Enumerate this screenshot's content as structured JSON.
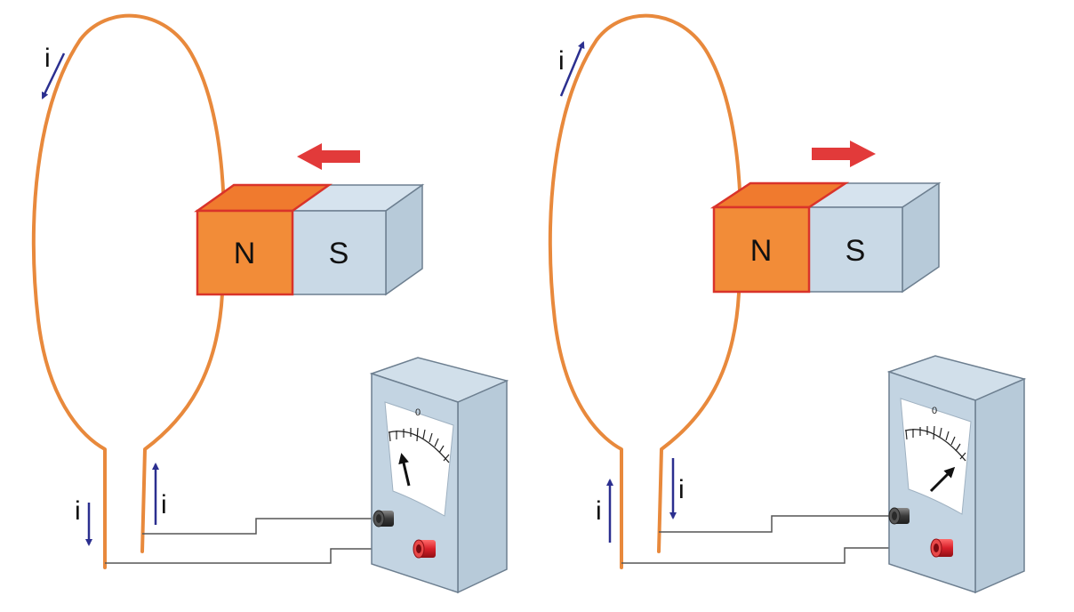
{
  "colors": {
    "loop": "#e8893c",
    "current_arrow": "#2b2f8f",
    "motion_arrow": "#e23a3a",
    "north_face": "#f28c38",
    "north_top": "#f07a2e",
    "north_edge": "#d9332a",
    "south_face": "#c9d9e6",
    "south_top": "#d6e3ee",
    "south_side": "#b7cad9",
    "meter_body": "#c3d4e2",
    "meter_edge": "#6d7f90",
    "wire": "#555555",
    "black_terminal": "#3a3a3a",
    "red_terminal": "#d8202a"
  },
  "panels": [
    {
      "name": "left",
      "magnet": {
        "north_label": "N",
        "south_label": "S"
      },
      "motion_arrow": {
        "direction": "left",
        "color": "#e23a3a"
      },
      "current_labels": {
        "loop_top": "i",
        "left_lead": "i",
        "right_lead": "i"
      },
      "current_directions": {
        "loop_top": "down",
        "left_lead": "down",
        "right_lead": "up"
      },
      "meter": {
        "zero_label": "0",
        "needle": "left",
        "terminals": [
          "black",
          "red"
        ]
      }
    },
    {
      "name": "right",
      "magnet": {
        "north_label": "N",
        "south_label": "S"
      },
      "motion_arrow": {
        "direction": "right",
        "color": "#e23a3a"
      },
      "current_labels": {
        "loop_top": "i",
        "left_lead": "i",
        "right_lead": "i"
      },
      "current_directions": {
        "loop_top": "up",
        "left_lead": "up",
        "right_lead": "down"
      },
      "meter": {
        "zero_label": "0",
        "needle": "right",
        "terminals": [
          "black",
          "red"
        ]
      }
    }
  ]
}
